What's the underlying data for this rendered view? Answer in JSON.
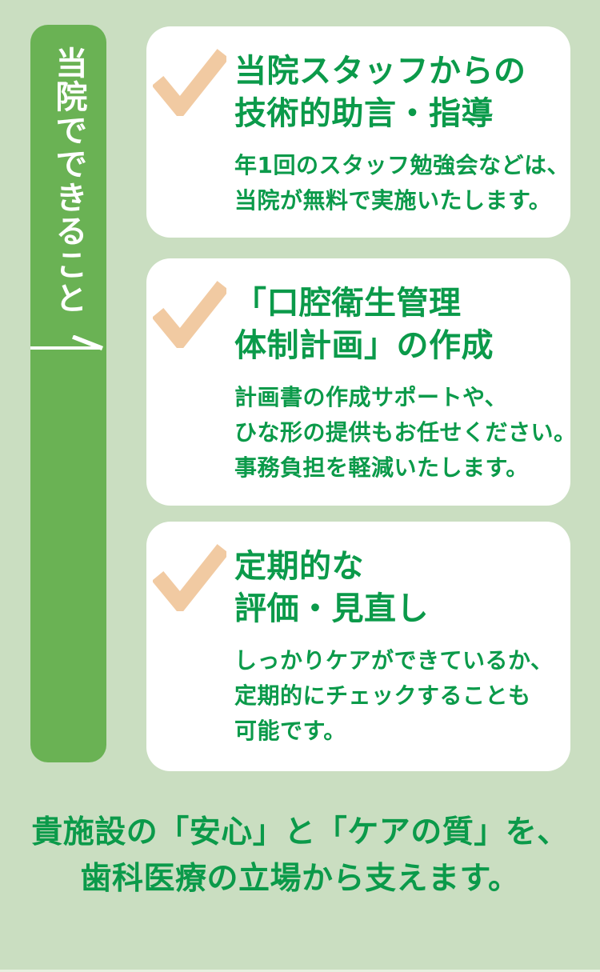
{
  "theme": {
    "page_bg": "#cadec1",
    "banner_green": "#6ab254",
    "text_green": "#0b9a4a",
    "check_beige": "#f1caa2",
    "card_bg": "#ffffff",
    "bottom_strip": "#e7f0e0"
  },
  "banner": {
    "vertical_label": "当院でできること"
  },
  "cards": [
    {
      "title_lines": [
        "当院スタッフからの",
        "技術的助言・指導"
      ],
      "body_lines": [
        "年1回のスタッフ勉強会などは、",
        "当院が無料で実施いたします。"
      ]
    },
    {
      "title_lines": [
        "「口腔衛生管理",
        "体制計画」の作成"
      ],
      "body_lines": [
        "計画書の作成サポートや、",
        "ひな形の提供もお任せください。",
        "事務負担を軽減いたします。"
      ]
    },
    {
      "title_lines": [
        "定期的な",
        "評価・見直し"
      ],
      "body_lines": [
        "しっかりケアができているか、",
        "定期的にチェックすることも",
        "可能です。"
      ]
    }
  ],
  "footer": {
    "tagline_lines": [
      "貴施設の「安心」と「ケアの質」を、",
      "歯科医療の立場から支えます。"
    ]
  }
}
